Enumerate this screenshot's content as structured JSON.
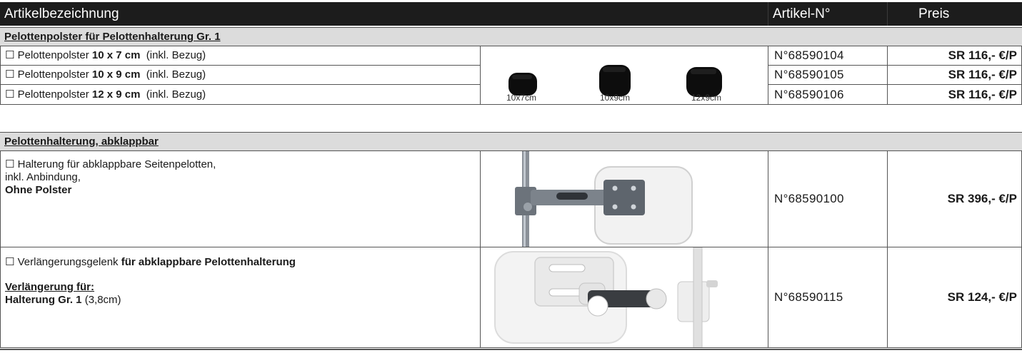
{
  "header": {
    "col_name": "Artikelbezeichnung",
    "col_number": "Artikel-N°",
    "col_price": "Preis"
  },
  "sections": [
    {
      "title": "Pelottenpolster für Pelottenhalterung Gr. 1",
      "rows": [
        {
          "checkbox": "☐",
          "prefix": " Pelottenpolster ",
          "bold": "10 x 7 cm",
          "suffix": "  (inkl. Bezug)",
          "number": "N°68590104",
          "price": "SR 116,- €/P"
        },
        {
          "checkbox": "☐",
          "prefix": " Pelottenpolster ",
          "bold": "10 x 9 cm",
          "suffix": "  (inkl. Bezug)",
          "number": "N°68590105",
          "price": "SR 116,- €/P"
        },
        {
          "checkbox": "☐",
          "prefix": " Pelottenpolster ",
          "bold": "12 x 9 cm",
          "suffix": "  (inkl. Bezug)",
          "number": "N°68590106",
          "price": "SR 116,- €/P"
        }
      ],
      "image_labels": [
        "10x7cm",
        "10x9cm",
        "12x9cm"
      ]
    },
    {
      "title": "Pelottenhalterung, abklappbar",
      "rows": [
        {
          "line1": "☐ Halterung für abklappbare Seitenpelotten,",
          "line2": "inkl. Anbindung,",
          "line3_bold": "Ohne Polster",
          "number": "N°68590100",
          "price": "SR 396,- €/P"
        },
        {
          "line1_prefix": "☐ Verlängerungsgelenk ",
          "line1_bold": "für abklappbare Pelottenhalterung",
          "line2_underline": "Verlängerung für:",
          "line3_bold": "Halterung Gr. 1",
          "line3_suffix": " (3,8cm)",
          "number": "N°68590115",
          "price": "SR 124,- €/P"
        }
      ]
    }
  ]
}
